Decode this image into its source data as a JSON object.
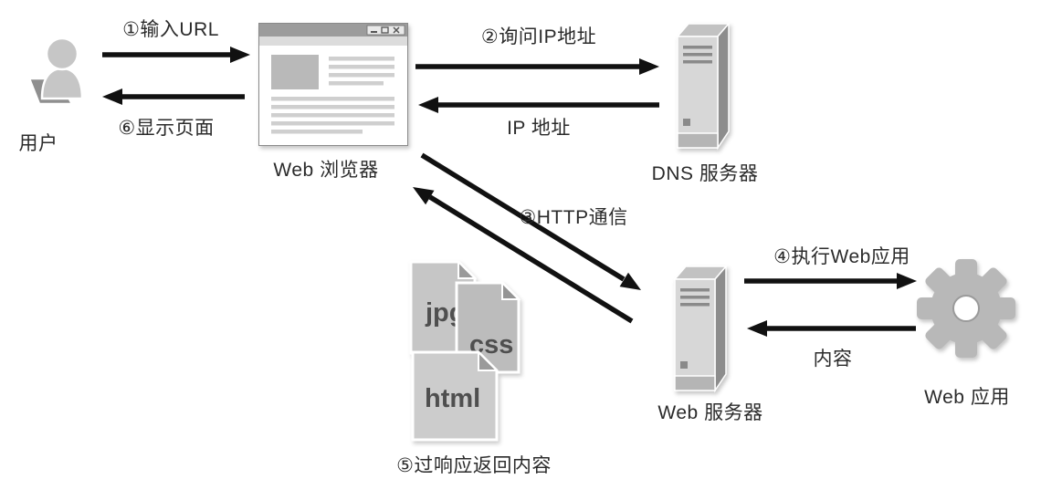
{
  "diagram": {
    "description": "Flow of a user requesting a web page: browser, DNS server, web server, web application",
    "colors": {
      "background": "#ffffff",
      "arrow": "#111111",
      "label_text": "#2b2b2b",
      "icon_light_gray": "#d7d7d7",
      "icon_mid_gray": "#c6c6c6",
      "icon_dark_gray": "#8f8f8f",
      "file_text": "#4f4f4f"
    },
    "nodes": {
      "user": {
        "label": "用户"
      },
      "browser": {
        "label": "Web 浏览器",
        "window_control_icons": [
          "minimize-icon",
          "maximize-icon",
          "close-icon"
        ]
      },
      "dns": {
        "label": "DNS 服务器"
      },
      "web_server": {
        "label": "Web 服务器"
      },
      "web_app": {
        "label": "Web 应用"
      }
    },
    "files": {
      "items": [
        "jpg",
        "css",
        "html"
      ],
      "caption": "⑤过响应返回内容"
    },
    "flows": {
      "step1": {
        "label": "①输入URL"
      },
      "step2": {
        "label": "②询问IP地址"
      },
      "step3": {
        "label": "③HTTP通信"
      },
      "step4": {
        "label": "④执行Web应用"
      },
      "step6": {
        "label": "⑥显示页面"
      },
      "ip_response": {
        "label": "IP 地址"
      },
      "content_response": {
        "label": "内容"
      }
    }
  }
}
